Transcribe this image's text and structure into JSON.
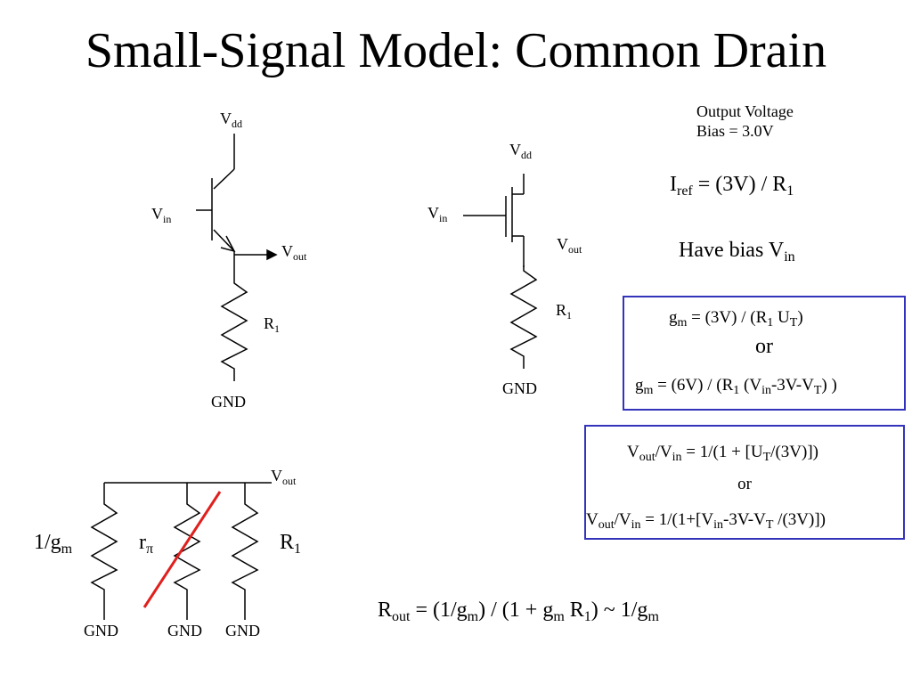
{
  "title": "Small-Signal Model: Common Drain",
  "bjt": {
    "vdd": "V",
    "vdd_sub": "dd",
    "vin": "V",
    "vin_sub": "in",
    "vout": "V",
    "vout_sub": "out",
    "r1": "R",
    "r1_sub": "1",
    "gnd": "GND"
  },
  "mos": {
    "vdd": "V",
    "vdd_sub": "dd",
    "vin": "V",
    "vin_sub": "in",
    "vout": "V",
    "vout_sub": "out",
    "r1": "R",
    "r1_sub": "1",
    "gnd": "GND"
  },
  "smallsignal": {
    "vout": "V",
    "vout_sub": "out",
    "gm": "1/g",
    "gm_sub": "m",
    "rpi": "r",
    "rpi_sub": "π",
    "r1": "R",
    "r1_sub": "1",
    "gnd1": "GND",
    "gnd2": "GND",
    "gnd3": "GND"
  },
  "bias": {
    "line1": "Output Voltage",
    "line2": "Bias = 3.0V"
  },
  "iref": {
    "a": "I",
    "a_sub": "ref",
    "b": " = (3V) / R",
    "b_sub": "1"
  },
  "have_bias": {
    "a": "Have bias V",
    "a_sub": "in"
  },
  "gm_box": {
    "l1a": "g",
    "l1a_sub": "m",
    "l1b": " = (3V) / (R",
    "l1b_sub": "1",
    "l1c": " U",
    "l1c_sub": "T",
    "l1d": ")",
    "or": "or",
    "l2a": "g",
    "l2a_sub": "m",
    "l2b": " = (6V) / (R",
    "l2b_sub": "1",
    "l2c": " (V",
    "l2c_sub": "in",
    "l2d": "-3V-V",
    "l2d_sub": "T",
    "l2e": ") )"
  },
  "gain_box": {
    "l1a": "V",
    "l1a_sub": "out",
    "l1b": "/V",
    "l1b_sub": "in",
    "l1c": " = 1/(1 + [U",
    "l1c_sub": "T",
    "l1d": "/(3V)])",
    "or": "or",
    "l2a": "V",
    "l2a_sub": "out",
    "l2b": "/V",
    "l2b_sub": "in",
    "l2c": " = 1/(1+[V",
    "l2c_sub": "in",
    "l2d": "-3V-V",
    "l2d_sub": "T",
    "l2e": " /(3V)])"
  },
  "rout": {
    "a": "R",
    "a_sub": "out",
    "b": " = (1/g",
    "b_sub": "m",
    "c": ") / (1 + g",
    "c_sub": "m",
    "d": " R",
    "d_sub": "1",
    "e": ")  ~ 1/g",
    "e_sub": "m"
  },
  "colors": {
    "box_border": "#3333bb",
    "strike": "#e0201e"
  }
}
